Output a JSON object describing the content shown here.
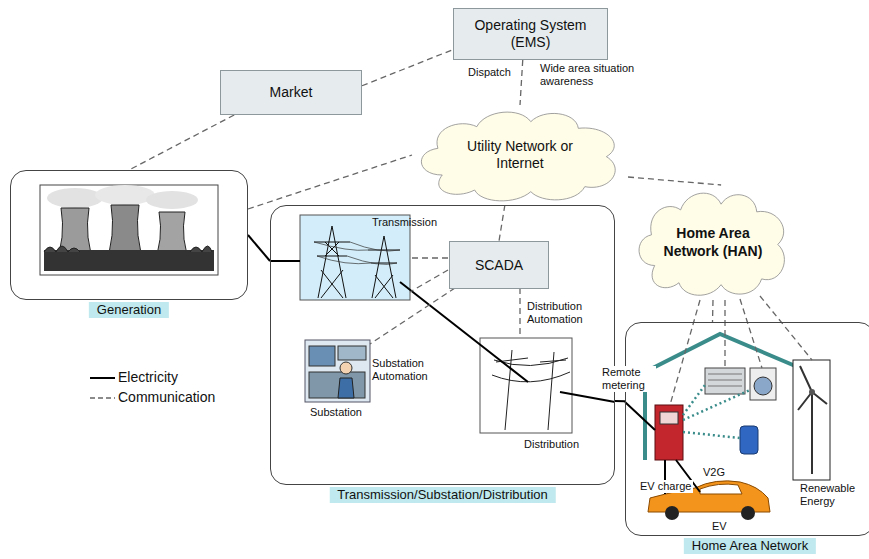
{
  "diagram": {
    "nodes": [
      {
        "text": [
          "Operating System (EMS)"
        ]
      },
      {
        "text": [
          "Market"
        ]
      },
      {
        "text": [
          "Utility Network or Internet"
        ]
      },
      {
        "text": [
          "Generation"
        ]
      },
      {
        "text": [
          "Transmission/Substation/Distribution"
        ]
      },
      {
        "text": [
          "SCADA"
        ],
        "in": 4
      },
      {
        "text": [
          "Home Area Network (HAN)"
        ]
      },
      {
        "text": [
          "Home Area Network"
        ]
      }
    ],
    "edges": [
      {
        "from": 1,
        "to": 0,
        "arrow": "none"
      },
      {
        "from": 1,
        "to": 3,
        "arrow": "none"
      },
      {
        "from": 0,
        "to": 2,
        "arrow": "none"
      },
      {
        "from": 3,
        "to": 2,
        "arrow": "none"
      },
      {
        "from": 2,
        "to": 6,
        "arrow": "none"
      },
      {
        "from": 2,
        "to": 5,
        "arrow": "none"
      },
      {
        "from": 3,
        "to": 4,
        "arrow": "none"
      },
      {
        "from": 4,
        "to": 7,
        "arrow": "none"
      },
      {
        "from": 6,
        "to": 7,
        "arrow": "none"
      }
    ],
    "labels": [
      "Dispatch",
      "Wide area situation awareness",
      "Transmission",
      "Substation Automation",
      "Substation",
      "Distribution Automation",
      "Distribution",
      "Remote metering",
      "V2G",
      "EV charge",
      "EV",
      "Renewable Energy"
    ],
    "legend": [
      {
        "text": "Electricity"
      },
      {
        "text": "Communication"
      }
    ]
  }
}
